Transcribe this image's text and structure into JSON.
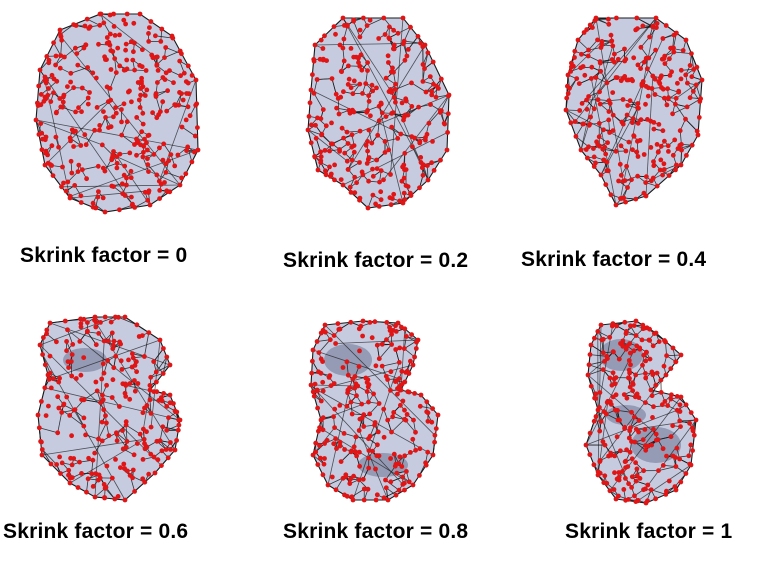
{
  "figure": {
    "panels": [
      {
        "caption": "Skrink factor = 0",
        "shrink_factor": 0
      },
      {
        "caption": "Skrink factor = 0.2",
        "shrink_factor": 0.2
      },
      {
        "caption": "Skrink factor = 0.4",
        "shrink_factor": 0.4
      },
      {
        "caption": "Skrink factor = 0.6",
        "shrink_factor": 0.6
      },
      {
        "caption": "Skrink factor = 0.8",
        "shrink_factor": 0.8
      },
      {
        "caption": "Skrink factor = 1",
        "shrink_factor": 1
      }
    ],
    "colors": {
      "point": "#e01515",
      "edge": "#1a1a1a",
      "fill": "#c6cbe0",
      "dark_fill": "#6d7391"
    }
  }
}
